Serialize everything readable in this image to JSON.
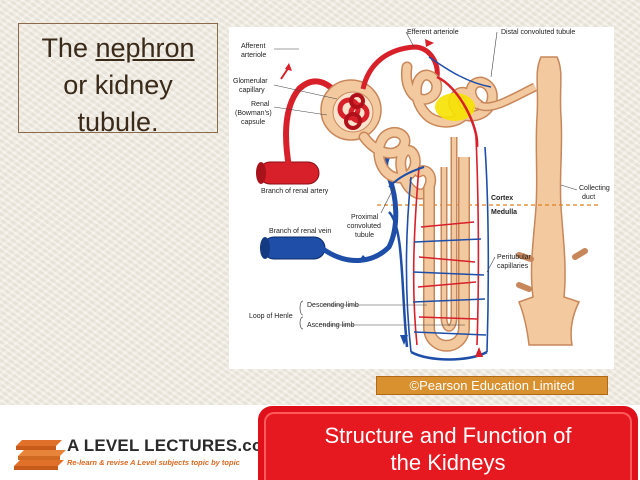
{
  "title": {
    "line1_prefix": "The ",
    "line1_underlined": "nephron",
    "line2": "or kidney",
    "line3": "tubule."
  },
  "diagram": {
    "labels": {
      "afferent_1": "Afferent",
      "afferent_2": "arteriole",
      "glomerular_1": "Glomerular",
      "glomerular_2": "capillary",
      "renal_1": "Renal",
      "renal_2": "(Bowman's)",
      "renal_3": "capsule",
      "efferent": "Efferent arteriole",
      "distal": "Distal convoluted tubule",
      "artery": "Branch of renal artery",
      "cortex": "Cortex",
      "medulla": "Medulla",
      "collecting_1": "Collecting",
      "collecting_2": "duct",
      "proximal_1": "Proximal",
      "proximal_2": "convoluted",
      "proximal_3": "tubule",
      "vein": "Branch of renal vein",
      "peritubular_1": "Peritubular",
      "peritubular_2": "capillaries",
      "loop": "Loop of Henle",
      "descending": "Descending limb",
      "ascending": "Ascending limb"
    },
    "colors": {
      "artery": "#d8202a",
      "vein": "#1e4ea8",
      "tubule": "#f3c9a0",
      "tubule_edge": "#c8875a",
      "highlight": "#f6e200"
    }
  },
  "credit": "©Pearson Education Limited",
  "logo": {
    "name": "A LEVEL LECTURES.com",
    "tagline": "Re-learn & revise A Level subjects topic by topic"
  },
  "banner": {
    "line1": "Structure and Function of",
    "line2": "the Kidneys"
  }
}
